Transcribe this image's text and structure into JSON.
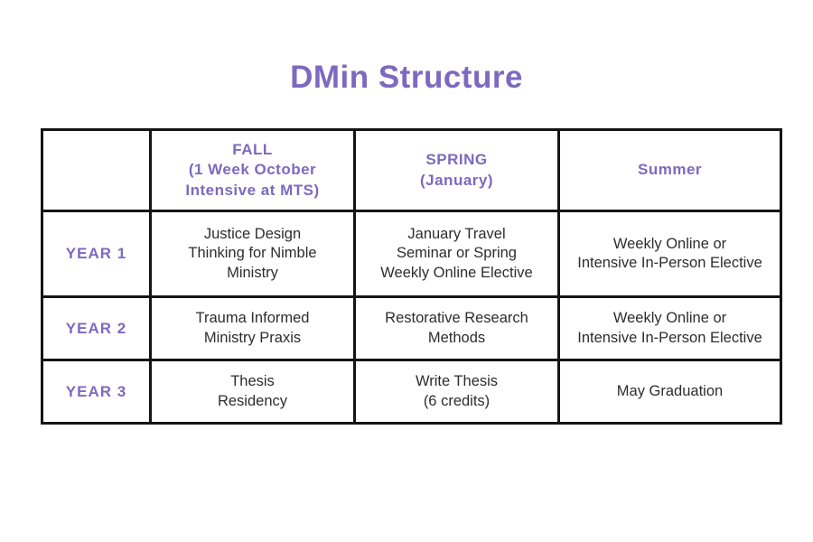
{
  "title": "DMin Structure",
  "colors": {
    "accent_purple": "#7c6abf",
    "body_text": "#2d2d2d",
    "table_border": "#141414",
    "background": "#ffffff"
  },
  "table": {
    "header": {
      "corner": "",
      "fall": "FALL\n(1 Week October\nIntensive at MTS)",
      "spring": "SPRING\n(January)",
      "summer": "Summer"
    },
    "rows": [
      {
        "label": "YEAR 1",
        "fall": "Justice Design\nThinking for Nimble\nMinistry",
        "spring": "January Travel\nSeminar or Spring\nWeekly Online Elective",
        "summer": "Weekly Online or\nIntensive In-Person Elective"
      },
      {
        "label": "YEAR 2",
        "fall": "Trauma Informed\nMinistry Praxis",
        "spring": "Restorative Research\nMethods",
        "summer": "Weekly Online or\nIntensive In-Person Elective"
      },
      {
        "label": "YEAR 3",
        "fall": "Thesis\nResidency",
        "spring": "Write Thesis\n(6 credits)",
        "summer": "May Graduation"
      }
    ]
  }
}
